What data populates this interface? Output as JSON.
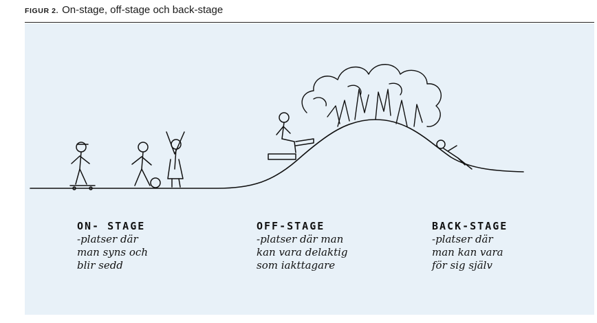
{
  "figure": {
    "label": "FIGUR 2.",
    "title": "On-stage, off-stage och back-stage"
  },
  "colors": {
    "background": "#e8f1f8",
    "ink": "#111111"
  },
  "zones": [
    {
      "heading": "ON- STAGE",
      "description": "-platser där\nman syns och\nblir sedd"
    },
    {
      "heading": "OFF-STAGE",
      "description": "-platser där man\nkan vara delaktig\nsom iakttagare"
    },
    {
      "heading": "BACK-STAGE",
      "description": "-platser där\nman kan vara\nför sig själv"
    }
  ]
}
